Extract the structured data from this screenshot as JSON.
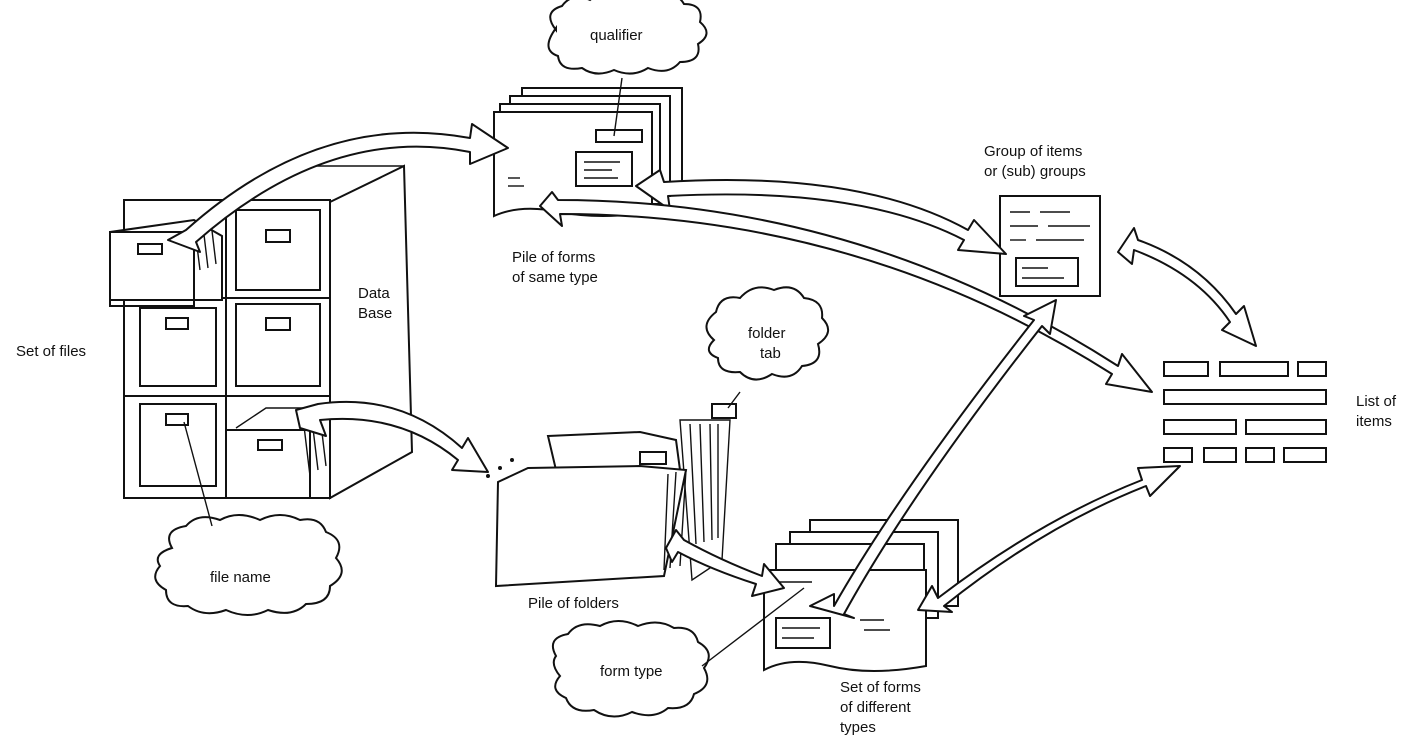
{
  "labels": {
    "qualifier": "qualifier",
    "group_line1": "Group of items",
    "group_line2": "or (sub) groups",
    "data": "Data",
    "base": "Base",
    "pile_forms_line1": "Pile of forms",
    "pile_forms_line2": "of same type",
    "set_of_files": "Set of files",
    "folder": "folder",
    "tab": "tab",
    "list_line1": "List of",
    "list_line2": "items",
    "file_name": "file name",
    "pile_folders": "Pile of folders",
    "form_type": "form type",
    "set_forms_line1": "Set of forms",
    "set_forms_line2": "of different",
    "set_forms_line3": "types"
  }
}
